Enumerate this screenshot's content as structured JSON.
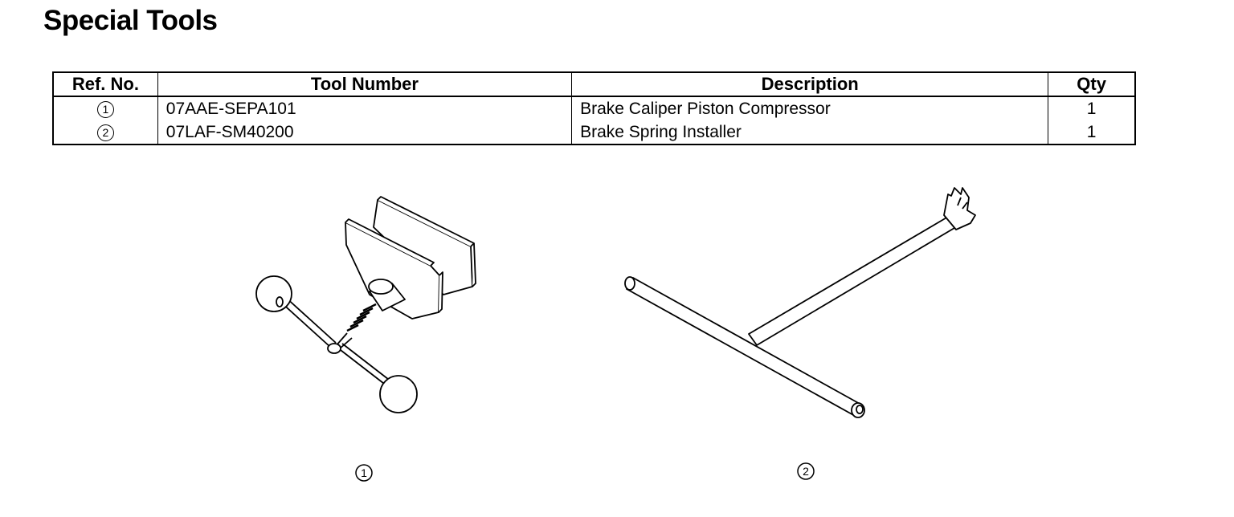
{
  "title": "Special Tools",
  "table": {
    "headers": [
      "Ref. No.",
      "Tool Number",
      "Description",
      "Qty"
    ],
    "rows": [
      {
        "ref": "1",
        "tool_number": "07AAE-SEPA101",
        "description": "Brake Caliper Piston Compressor",
        "qty": "1"
      },
      {
        "ref": "2",
        "tool_number": "07LAF-SM40200",
        "description": "Brake Spring Installer",
        "qty": "1"
      }
    ]
  },
  "figures": [
    {
      "label": "1",
      "icon": "brake-caliper-piston-compressor-drawing"
    },
    {
      "label": "2",
      "icon": "brake-spring-installer-drawing"
    }
  ]
}
